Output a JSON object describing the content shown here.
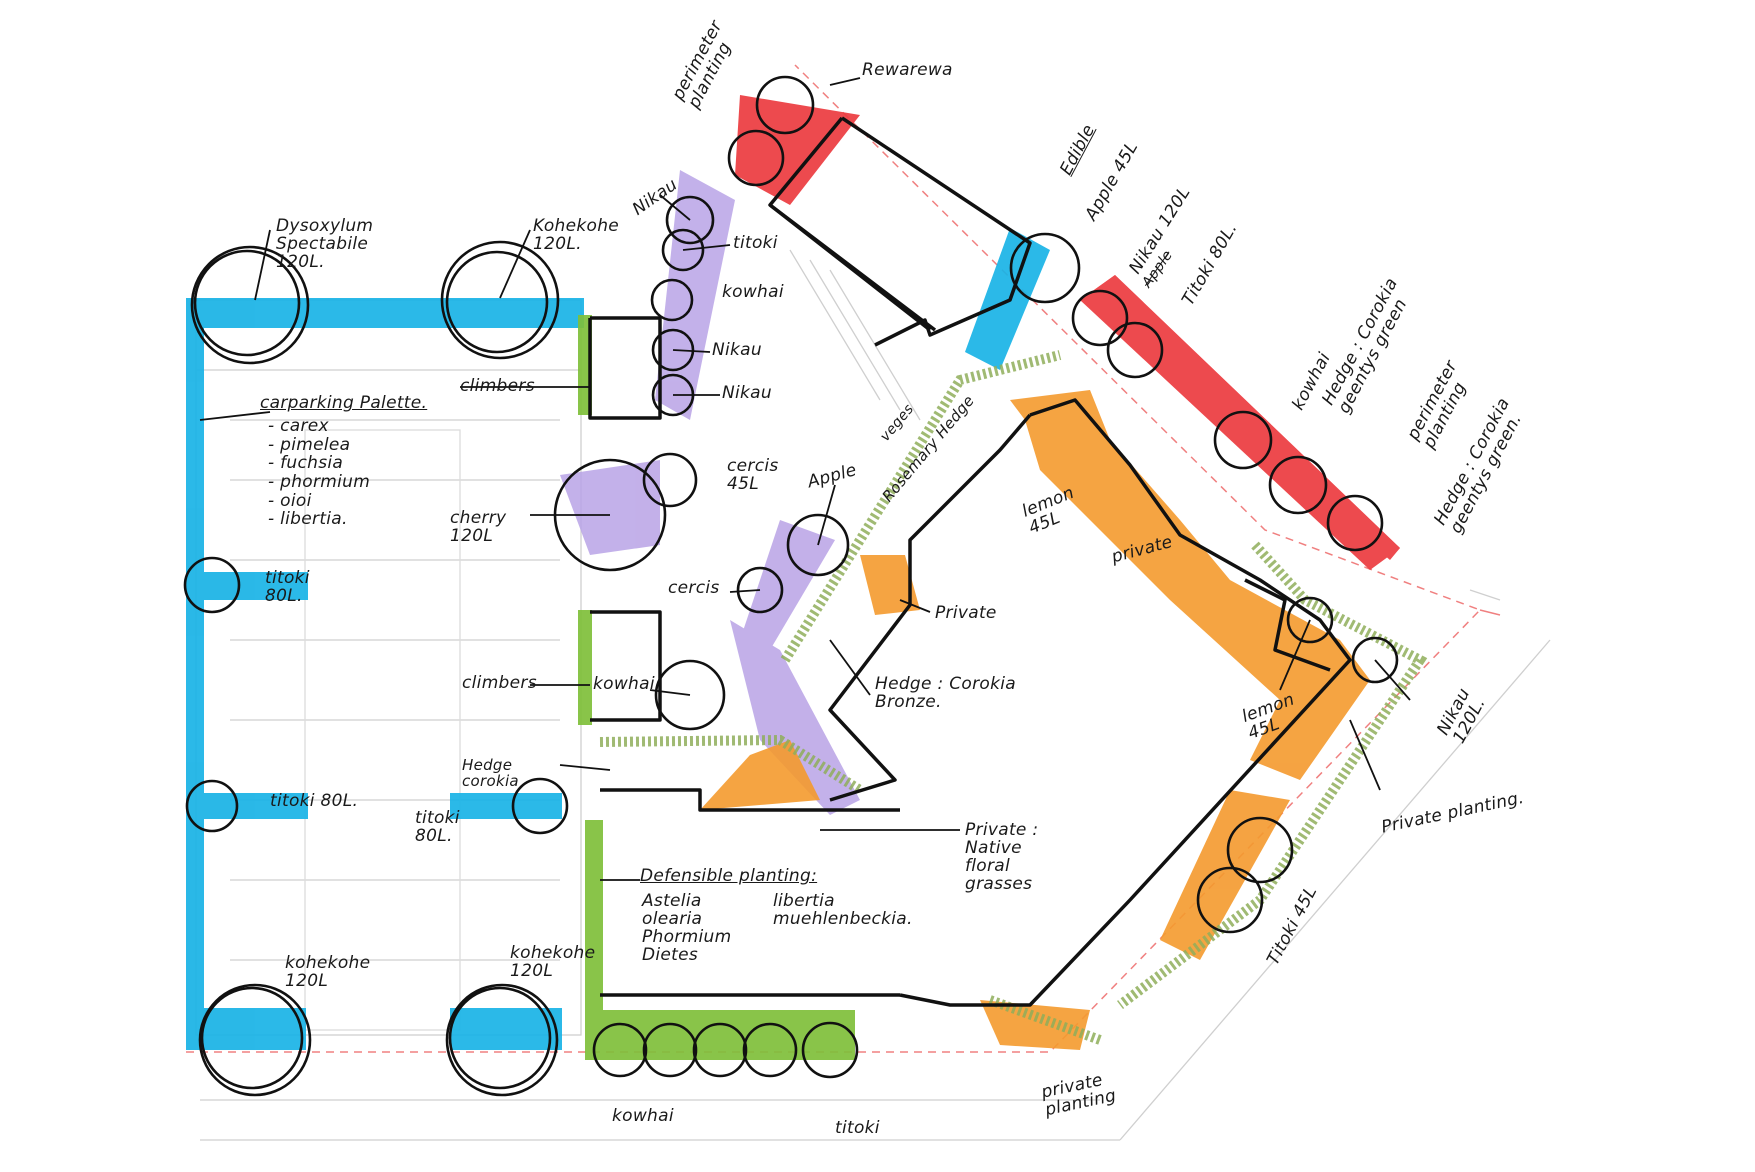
{
  "labels": {
    "dysoxylum": "Dysoxylum\nSpectabile\n120L.",
    "kohekohe_top": "Kohekohe\n120L.",
    "carpark_palette_title": "carparking Palette.",
    "carpark_palette_items": "- carex\n- pimelea\n- fuchsia\n- phormium\n- oioi\n- libertia.",
    "climbers_top": "climbers",
    "titoki_left_80": "titoki\n80L.",
    "cherry": "cherry\n120L",
    "climbers_mid": "climbers",
    "kowhai_mid": "kowhai",
    "hedge_corokia": "Hedge\ncorokia",
    "titoki_80_left": "titoki 80L.",
    "titoki_80_mid": "titoki\n80L.",
    "defensible_title": "Defensible planting:",
    "defensible_col1": "Astelia\nolearia\nPhormium\nDietes",
    "defensible_col2": "libertia\nmuehlenbeckia.",
    "kohekohe_bl": "kohekohe\n120L",
    "kohekohe_bm": "kohekohe\n120L",
    "kowhai_bottom": "kowhai",
    "titoki_bottom": "titoki",
    "perimeter_top": "perimeter\nplanting",
    "rewarewa": "Rewarewa",
    "nikau_top": "Nikau",
    "titoki_top": "titoki",
    "kowhai_top": "kowhai",
    "nikau_mid1": "Nikau",
    "nikau_mid2": "Nikau",
    "cercis_45": "cercis\n45L",
    "apple_mid": "Apple",
    "cercis_low": "cercis",
    "veges": "veges",
    "rosemary_hedge": "Rosemary Hedge",
    "edible": "Edible",
    "apple_45": "Apple 45L",
    "nikau_120": "Nikau 120L",
    "apple_struck": "Apple",
    "titoki_80_right": "Titoki 80L.",
    "lemon_45_top": "lemon\n45L",
    "private_1": "private",
    "kowhai_right": "kowhai",
    "hedge_green_1": "Hedge : Corokia\ngeentys green",
    "perimeter_right": "perimeter\nplanting",
    "hedge_green_2": "Hedge : Corokia\ngeentys green.",
    "private_2": "Private",
    "hedge_bronze": "Hedge : Corokia\nBronze.",
    "lemon_45_mid": "lemon\n45L",
    "nikau_120_right": "Nikau\n120L.",
    "private_planting_right": "Private planting.",
    "private_native": "Private :\nNative\nfloral\ngrasses",
    "titoki_45": "Titoki 45L",
    "private_planting_bottom": "private\nplanting"
  },
  "colors": {
    "cyan": "#19b3e6",
    "red": "#ec3b3f",
    "orange": "#f49a2e",
    "green": "#7fbf3a",
    "lilac": "#b9a3e6",
    "hedge": "#8fae5a",
    "ink": "#111111"
  }
}
